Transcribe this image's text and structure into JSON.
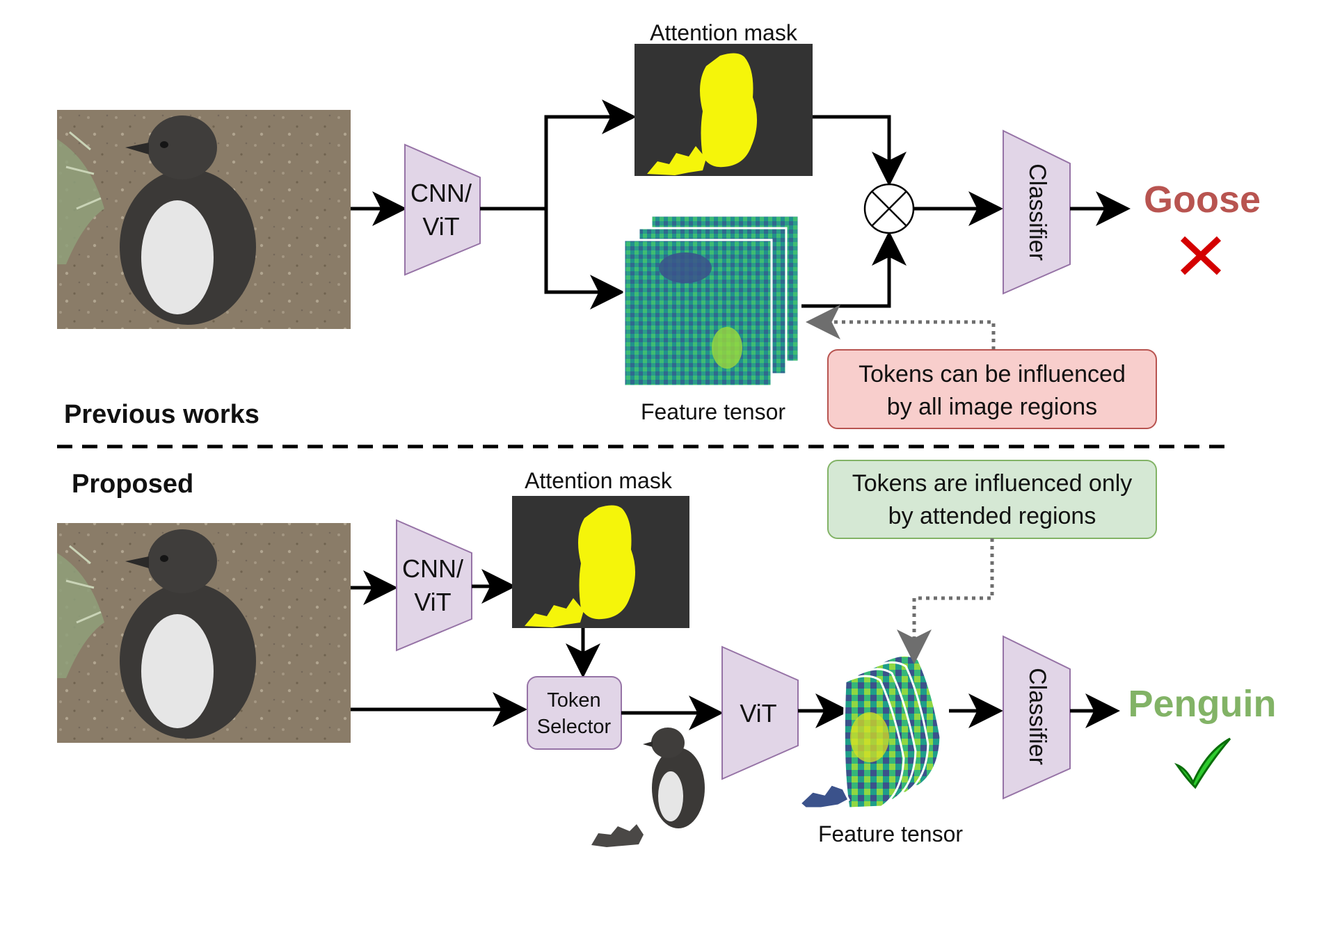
{
  "sections": {
    "previous": {
      "heading": "Previous works"
    },
    "proposed": {
      "heading": "Proposed"
    }
  },
  "blocks": {
    "cnn_vit_line1": "CNN/",
    "cnn_vit_line2": "ViT",
    "vit": "ViT",
    "classifier": "Classifier",
    "token_selector_line1": "Token",
    "token_selector_line2": "Selector"
  },
  "labels": {
    "attention_mask": "Attention mask",
    "feature_tensor": "Feature tensor"
  },
  "callouts": {
    "previous_line1": "Tokens can be influenced",
    "previous_line2": "by all image regions",
    "proposed_line1": "Tokens are influenced only",
    "proposed_line2": "by attended regions"
  },
  "predictions": {
    "previous": {
      "label": "Goose",
      "color": "#b85450",
      "mark": "cross-icon"
    },
    "proposed": {
      "label": "Penguin",
      "color": "#82b366",
      "mark": "check-icon"
    }
  },
  "colors": {
    "block_fill": "#e1d5e7",
    "block_stroke": "#9673a6",
    "callout_red_fill": "#f8cecc",
    "callout_red_stroke": "#b85450",
    "callout_green_fill": "#d5e8d4",
    "callout_green_stroke": "#82b366",
    "mask_bg": "#333333",
    "mask_fg": "#f5f50a"
  }
}
